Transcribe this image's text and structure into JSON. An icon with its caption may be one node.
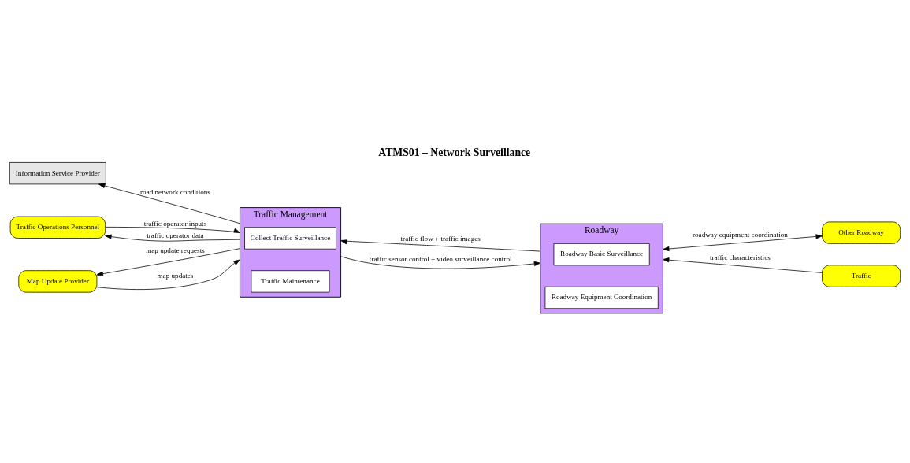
{
  "diagram": {
    "title": "ATMS01 – Network Surveillance",
    "nodes": [
      {
        "text": [
          "Information Service Provider"
        ]
      },
      {
        "text": [
          "Traffic Management"
        ]
      },
      {
        "text": [
          "Collect Traffic Surveillance"
        ],
        "in": 1
      },
      {
        "text": [
          "Traffic Maintenance"
        ],
        "in": 1
      },
      {
        "text": [
          "Other Roadway"
        ]
      },
      {
        "text": [
          "Traffic Operations Personnel"
        ]
      },
      {
        "text": [
          "Roadway"
        ]
      },
      {
        "text": [
          "Roadway Basic Surveillance"
        ],
        "in": 6
      },
      {
        "text": [
          "Roadway Equipment Coordination"
        ],
        "in": 6
      },
      {
        "text": [
          "Map Update Provider"
        ]
      },
      {
        "text": [
          "Traffic"
        ]
      }
    ],
    "edges": [
      {
        "from": 1,
        "to": 0,
        "arrow": "to",
        "label": "road network conditions"
      },
      {
        "from": 5,
        "to": 1,
        "arrow": "to",
        "label": "traffic operator inputs"
      },
      {
        "from": 1,
        "to": 5,
        "arrow": "to",
        "label": "traffic operator data"
      },
      {
        "from": 6,
        "to": 1,
        "arrow": "to",
        "label": "traffic flow + traffic images"
      },
      {
        "from": 1,
        "to": 6,
        "arrow": "to",
        "label": "traffic sensor control + video surveillance control"
      },
      {
        "from": 4,
        "to": 6,
        "arrow": "both",
        "label": "roadway equipment coordination"
      },
      {
        "from": 1,
        "to": 9,
        "arrow": "to",
        "label": "map update requests"
      },
      {
        "from": 9,
        "to": 1,
        "arrow": "to",
        "label": "map updates"
      },
      {
        "from": 10,
        "to": 6,
        "arrow": "to",
        "label": "traffic characteristics"
      }
    ]
  }
}
